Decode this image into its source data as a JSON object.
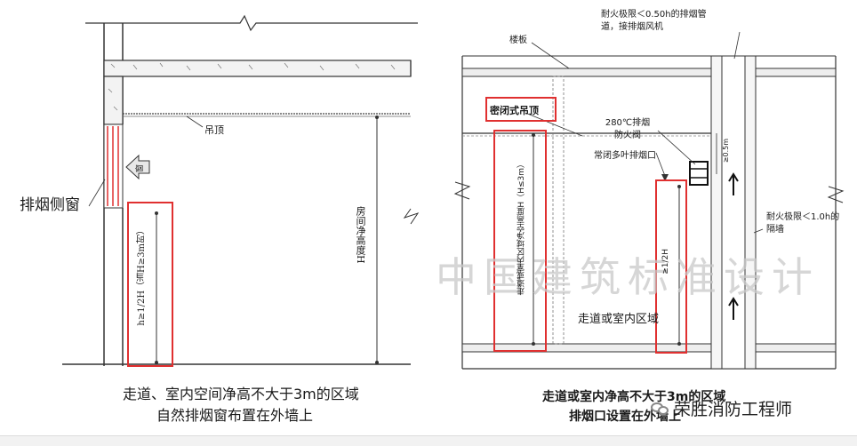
{
  "left": {
    "label_window": "排烟侧窗",
    "label_ceiling": "吊顶",
    "label_height_vertical": "房间净高度H",
    "label_h_dimension": "h≥1/2H（当H≥3m时）",
    "caption_line1": "走道、室内空间净高不大于3m的区域",
    "caption_line2": "自然排烟窗布置在外墙上",
    "window_tag": "窗"
  },
  "right": {
    "label_floor_slab": "楼板",
    "label_top_note": "耐火极限＜0.50h的排烟管道，接排烟风机",
    "label_closed_ceiling": "密闭式吊顶",
    "label_damper": "280℃排烟防火阀",
    "label_outlet": "常闭多叶排烟口",
    "label_dim_05m": "≥0.5m",
    "label_partition": "耐火极限＜1.0h的隔墙",
    "label_zone": "走道或室内区域",
    "label_vertical_left": "走道或室内区域净空高度H（H≤3m）",
    "label_vertical_right": "≥1/2H",
    "caption_line1": "走道或室内净高不大于3m的区域",
    "caption_line2": "排烟口设置在外墙上",
    "watermark": "中国建筑标准设计",
    "brand": "荣胜消防工程师"
  }
}
